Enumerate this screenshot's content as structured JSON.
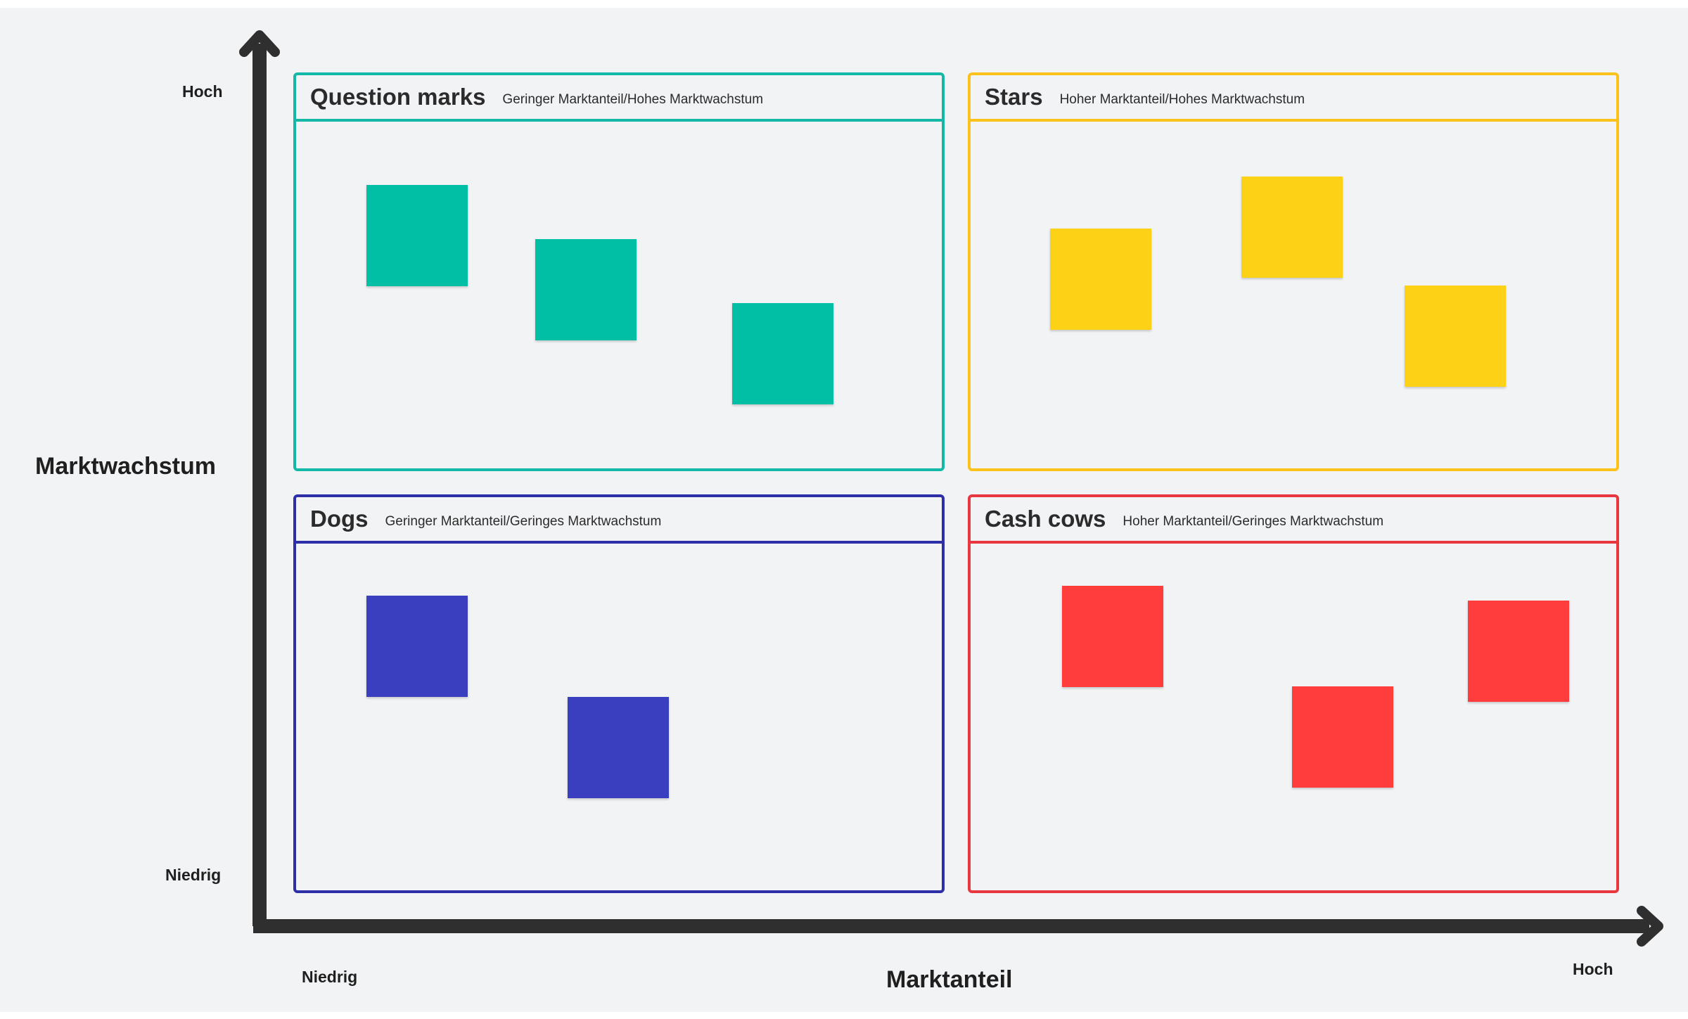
{
  "y_axis": {
    "title": "Marktwachstum",
    "high_label": "Hoch",
    "low_label": "Niedrig"
  },
  "x_axis": {
    "title": "Marktanteil",
    "low_label": "Niedrig",
    "high_label": "Hoch"
  },
  "quadrants": {
    "question_marks": {
      "title": "Question marks",
      "subtitle": "Geringer Marktanteil/Hohes Marktwachstum",
      "color": "#14b8a6",
      "note_color": "#00bfa5",
      "notes": 3
    },
    "stars": {
      "title": "Stars",
      "subtitle": "Hoher Marktanteil/Hohes Marktwachstum",
      "color": "#fbc21c",
      "note_color": "#fcd116",
      "notes": 3
    },
    "dogs": {
      "title": "Dogs",
      "subtitle": "Geringer Marktanteil/Geringes Marktwachstum",
      "color": "#2c2fa8",
      "note_color": "#3a3fc0",
      "notes": 2
    },
    "cash_cows": {
      "title": "Cash cows",
      "subtitle": "Hoher Marktanteil/Geringes Marktwachstum",
      "color": "#e8373f",
      "note_color": "#ff3d3d",
      "notes": 3
    }
  },
  "colors": {
    "background": "#f2f3f5",
    "axis": "#2f2f2f"
  }
}
